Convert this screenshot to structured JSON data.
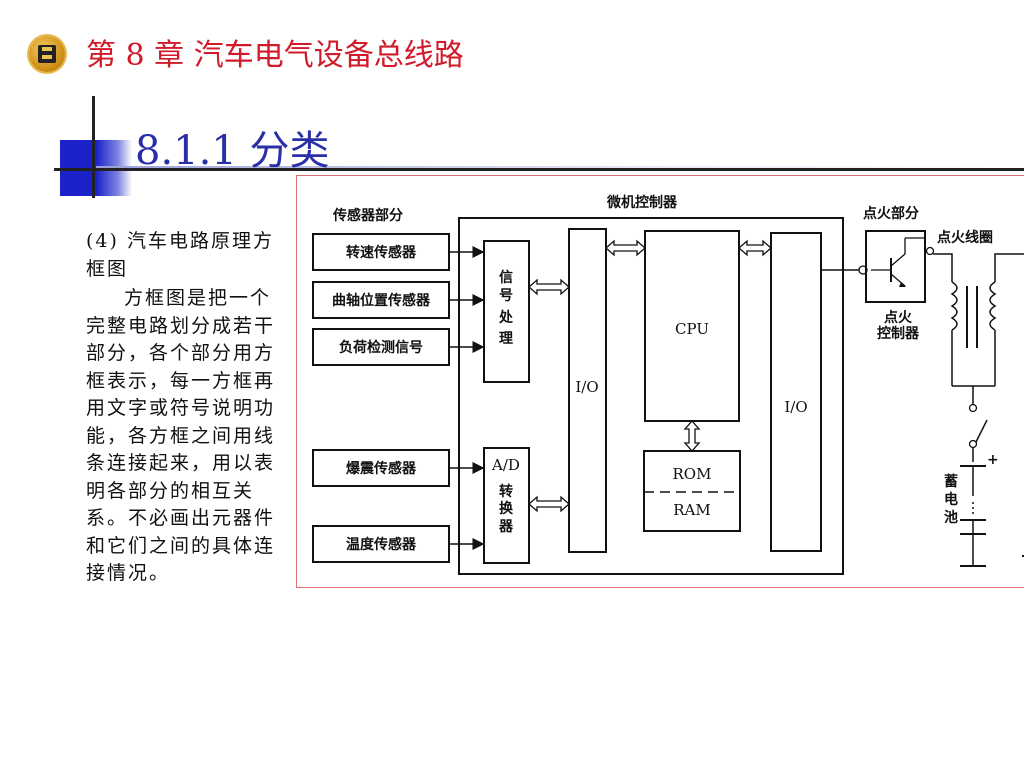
{
  "header": {
    "chapter_title": "第 8 章   汽车电气设备总线路",
    "logo_icon": "chapter-logo-icon"
  },
  "section": {
    "title": "8.1.1   分类"
  },
  "text": {
    "heading": "(4) 汽车电路原理方框图",
    "body": "方框图是把一个完整电路划分成若干部分，各个部分用方框表示，每一方框再用文字或符号说明功能，各方框之间用线条连接起来，用以表明各部分的相互关系。不必画出元器件和它们之间的具体连接情况。"
  },
  "diagram": {
    "sensor_group_label": "传感器部分",
    "microcontroller_label": "微机控制器",
    "ignition_group_label": "点火部分",
    "ignition_coil_label": "点火线圈",
    "ignition_controller_label": [
      "点火",
      "控制器"
    ],
    "battery_label": [
      "蓄",
      "电",
      "池"
    ],
    "sensors": [
      "转速传感器",
      "曲轴位置传感器",
      "负荷检测信号",
      "爆震传感器",
      "温度传感器"
    ],
    "signal_processing": [
      "信",
      "号",
      "处",
      "理"
    ],
    "ad_title": "A/D",
    "ad_converter": [
      "转",
      "换",
      "器"
    ],
    "io_left": "I/O",
    "io_right": "I/O",
    "cpu": "CPU",
    "rom": "ROM",
    "ram": "RAM",
    "battery_plus": "+"
  }
}
